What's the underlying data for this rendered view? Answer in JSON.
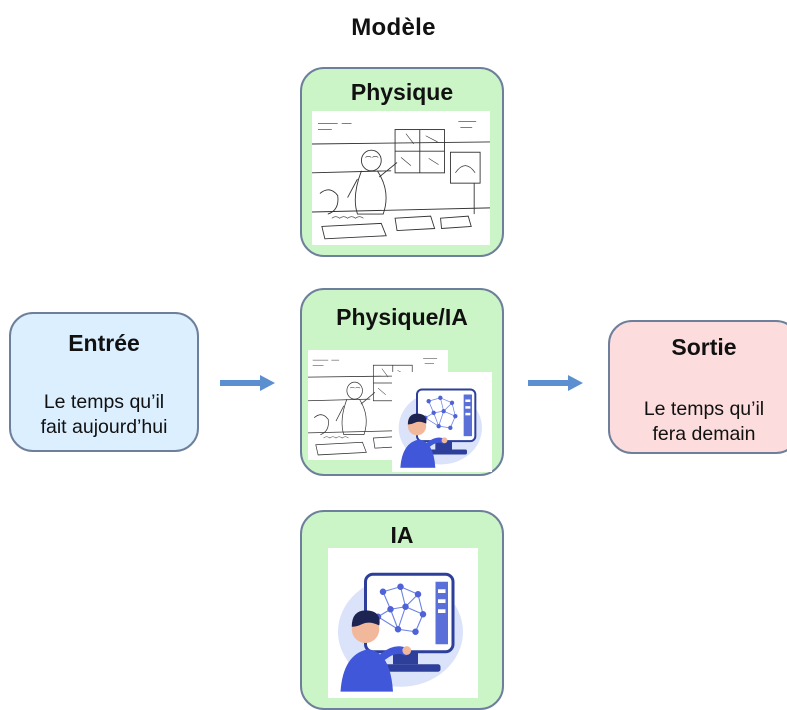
{
  "title": "Modèle",
  "input": {
    "title": "Entrée",
    "line1": "Le temps qu’il",
    "line2": "fait aujourd’hui"
  },
  "output": {
    "title": "Sortie",
    "line1": "Le temps qu’il",
    "line2": "fera demain"
  },
  "models": [
    {
      "title": "Physique",
      "illustration": "scientist-sketch-icon"
    },
    {
      "title": "Physique/IA",
      "illustration": "scientist-and-ai-icon"
    },
    {
      "title": "IA",
      "illustration": "ai-network-computer-icon"
    }
  ],
  "colors": {
    "model_fill": "#ccf5c7",
    "input_fill": "#dcefff",
    "output_fill": "#fcdcdc",
    "border": "#6d7f9a",
    "arrow": "#5b8fd0"
  }
}
